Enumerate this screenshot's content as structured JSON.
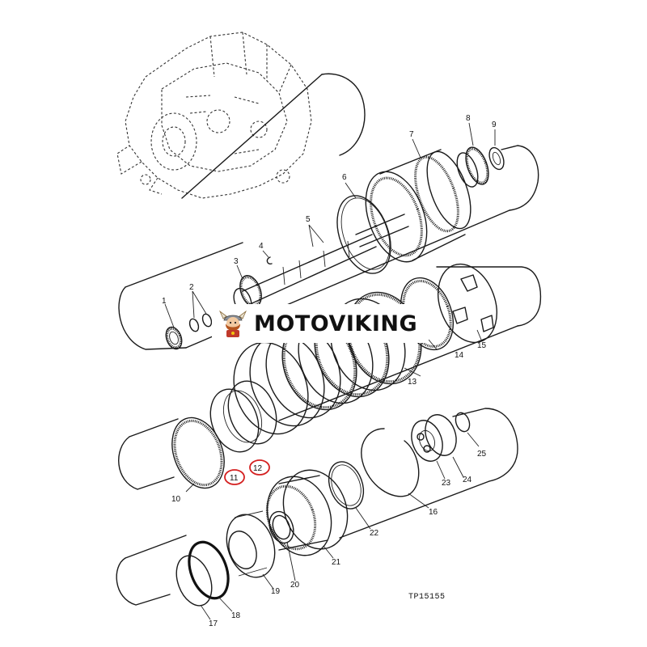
{
  "watermark": {
    "brand": "MOTOVIKING",
    "logo_icon": "viking-mascot-icon"
  },
  "diagram": {
    "drawing_code": "TP15155",
    "callouts": {
      "c1": "1",
      "c2": "2",
      "c3": "3",
      "c4": "4",
      "c5": "5",
      "c6": "6",
      "c7": "7",
      "c8": "8",
      "c9": "9",
      "c10": "10",
      "c11": "11",
      "c12": "12",
      "c13": "13",
      "c14": "14",
      "c15": "15",
      "c16": "16",
      "c17": "17",
      "c18": "18",
      "c19": "19",
      "c20": "20",
      "c21": "21",
      "c22": "22",
      "c23": "23",
      "c24": "24",
      "c25": "25"
    },
    "highlight_color": "#d42020",
    "line_color": "#1a1a1a"
  }
}
